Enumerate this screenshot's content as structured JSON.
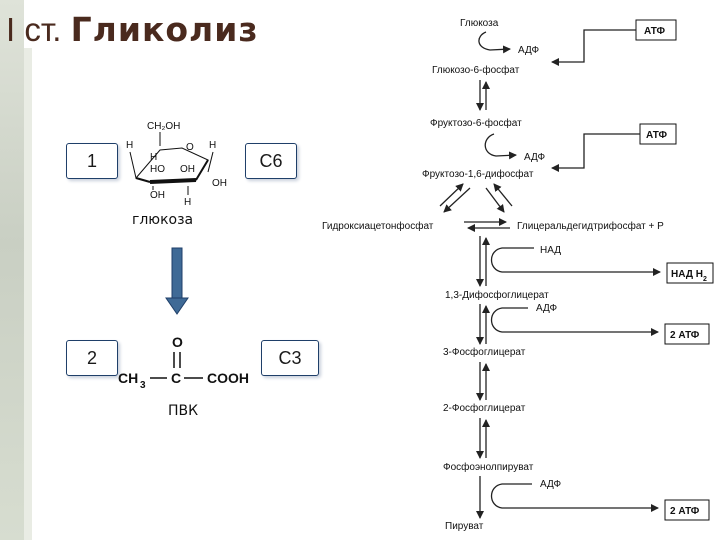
{
  "title": {
    "prefix": "I ст.",
    "main": "Гликолиз"
  },
  "badges": {
    "b1": "1",
    "c6": "С6",
    "b2": "2",
    "c3": "С3"
  },
  "glucose": {
    "name": "глюкоза",
    "top_group": "CH₂OH",
    "atoms": {
      "h_left": "H",
      "h_right": "H",
      "ring_o": "O",
      "oh_inner_l": "H",
      "oh_inner_r": "OH",
      "ho_left": "HO",
      "oh_right": "OH",
      "oh_low": "OH",
      "h_low": "H"
    }
  },
  "pvk": {
    "name": "ПВК",
    "o": "O",
    "ch3": "CH",
    "ch3_sub": "3",
    "c": "C",
    "cooh": "COOH"
  },
  "pathway": {
    "metabolites": [
      "Глюкоза",
      "Глюкозо-6-фосфат",
      "Фруктозо-6-фосфат",
      "Фруктозо-1,6-дифосфат",
      "Гидроксиацетонфосфат",
      "Глицеральдегидтрифосфат + Р",
      "1,3-Дифосфоглицерат",
      "3-Фосфоглицерат",
      "2-Фосфоглицерат",
      "Фосфоэнолпируват",
      "Пируват"
    ],
    "cofactors": {
      "adf": "АДФ",
      "nad": "НАД"
    },
    "boxes": {
      "atf1": "АТФ",
      "atf2": "АТФ",
      "nadh": "НАД Н",
      "nadh_sub": "2",
      "atf3": "2 АТФ",
      "atf4": "2 АТФ"
    }
  }
}
